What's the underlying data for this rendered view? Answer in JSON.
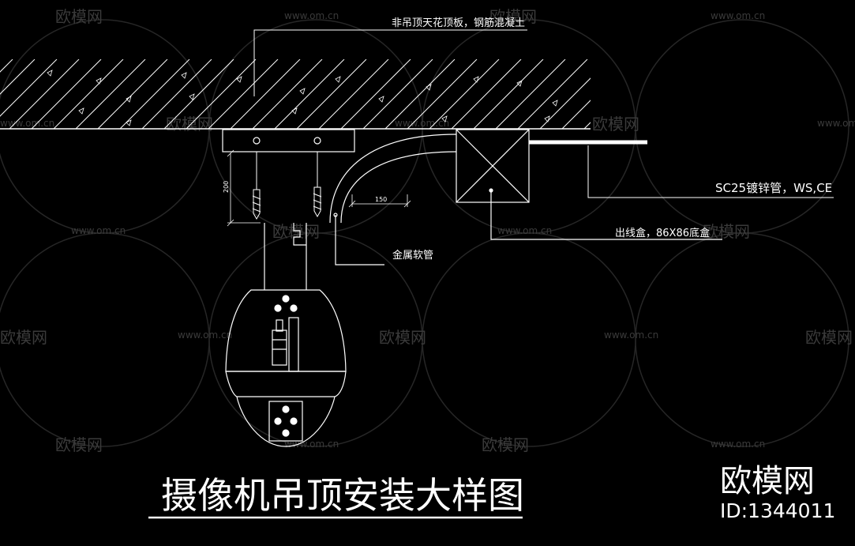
{
  "labels": {
    "ceiling_slab": "非吊顶天花顶板，钢筋混凝土",
    "conduit": "SC25镀锌管，WS,CE",
    "junction_box": "出线盒，86X86底盒",
    "flexible_conduit": "金属软管",
    "dim_200": "200",
    "dim_150": "150"
  },
  "title": "摄像机吊顶安装大样图",
  "watermark": {
    "brand_text": "欧模网",
    "url_text": "www.om.cn",
    "corner_brand": "欧模网",
    "corner_id": "ID:1344011"
  },
  "colors": {
    "background": "#000000",
    "line": "#ffffff",
    "watermark": "#3a3a3a",
    "watermark_circle": "#262626"
  }
}
